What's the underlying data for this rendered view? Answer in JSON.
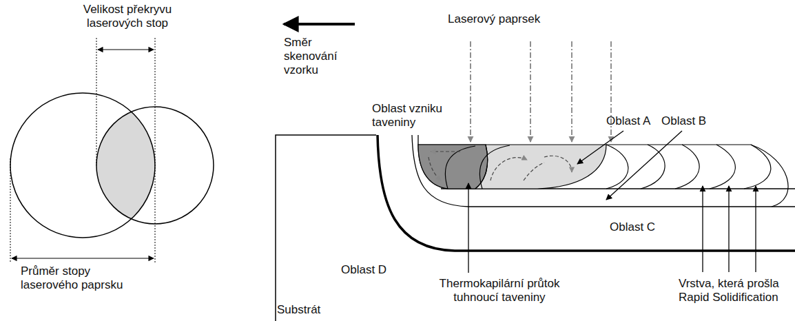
{
  "diagram": {
    "labels": [
      "Velikost překryvu laserových stop",
      "Průměr stopy laserového paprsku",
      "Laserový paprsek",
      "Směr skenování vzorku",
      "Oblast vzniku taveniny",
      "Oblast A",
      "Oblast B",
      "Oblast C",
      "Oblast D",
      "Substrát",
      "Thermokapilární průtok tuhnoucí taveniny",
      "Vrstva, která prošla Rapid Solidification"
    ]
  }
}
